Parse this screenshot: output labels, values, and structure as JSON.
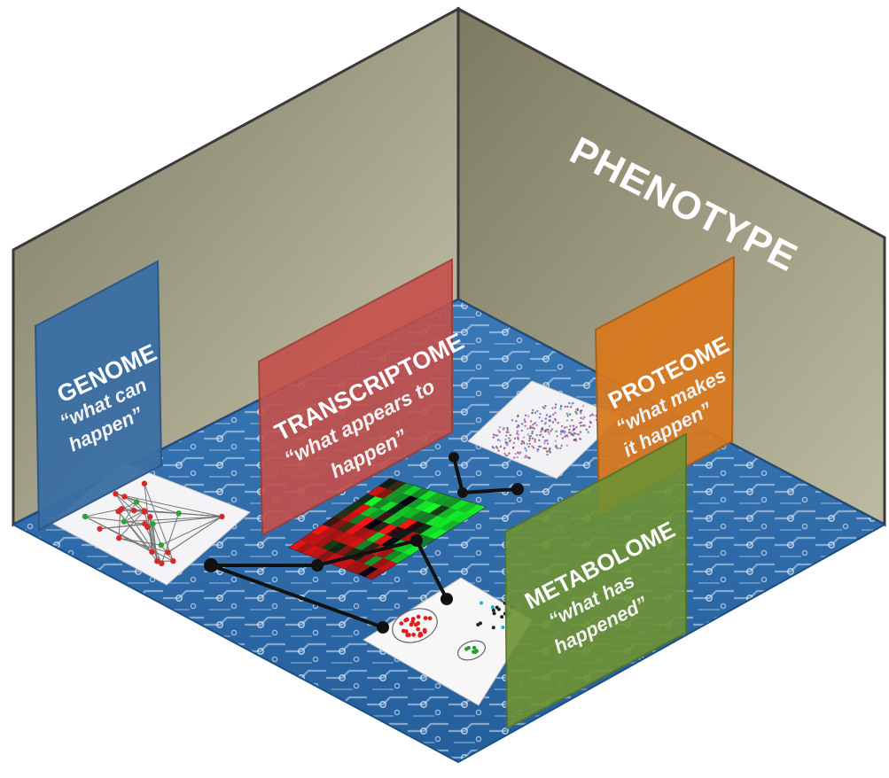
{
  "phenotype": {
    "title": "PHENOTYPE"
  },
  "panels": {
    "genome": {
      "title": "GENOME",
      "subtitle": [
        "“what can",
        "happen”"
      ],
      "color": "#3b6fa3"
    },
    "transcriptome": {
      "title": "TRANSCRIPTOME",
      "subtitle": [
        "“what appears to",
        "happen”"
      ],
      "color": "#c5504a"
    },
    "proteome": {
      "title": "PROTEOME",
      "subtitle": [
        "“what makes",
        "it happen”"
      ],
      "color": "#d9791f"
    },
    "metabolome": {
      "title": "METABOLOME",
      "subtitle": [
        "“what has",
        "happened”"
      ],
      "color": "#6e9233"
    }
  },
  "colors": {
    "wall_left": "#9a987a",
    "wall_right": "#8f8c72",
    "floor": "#2f6fb0",
    "floor_trace": "#cfe0f2",
    "outline": "#3a3a3a",
    "connector": "#111111"
  }
}
